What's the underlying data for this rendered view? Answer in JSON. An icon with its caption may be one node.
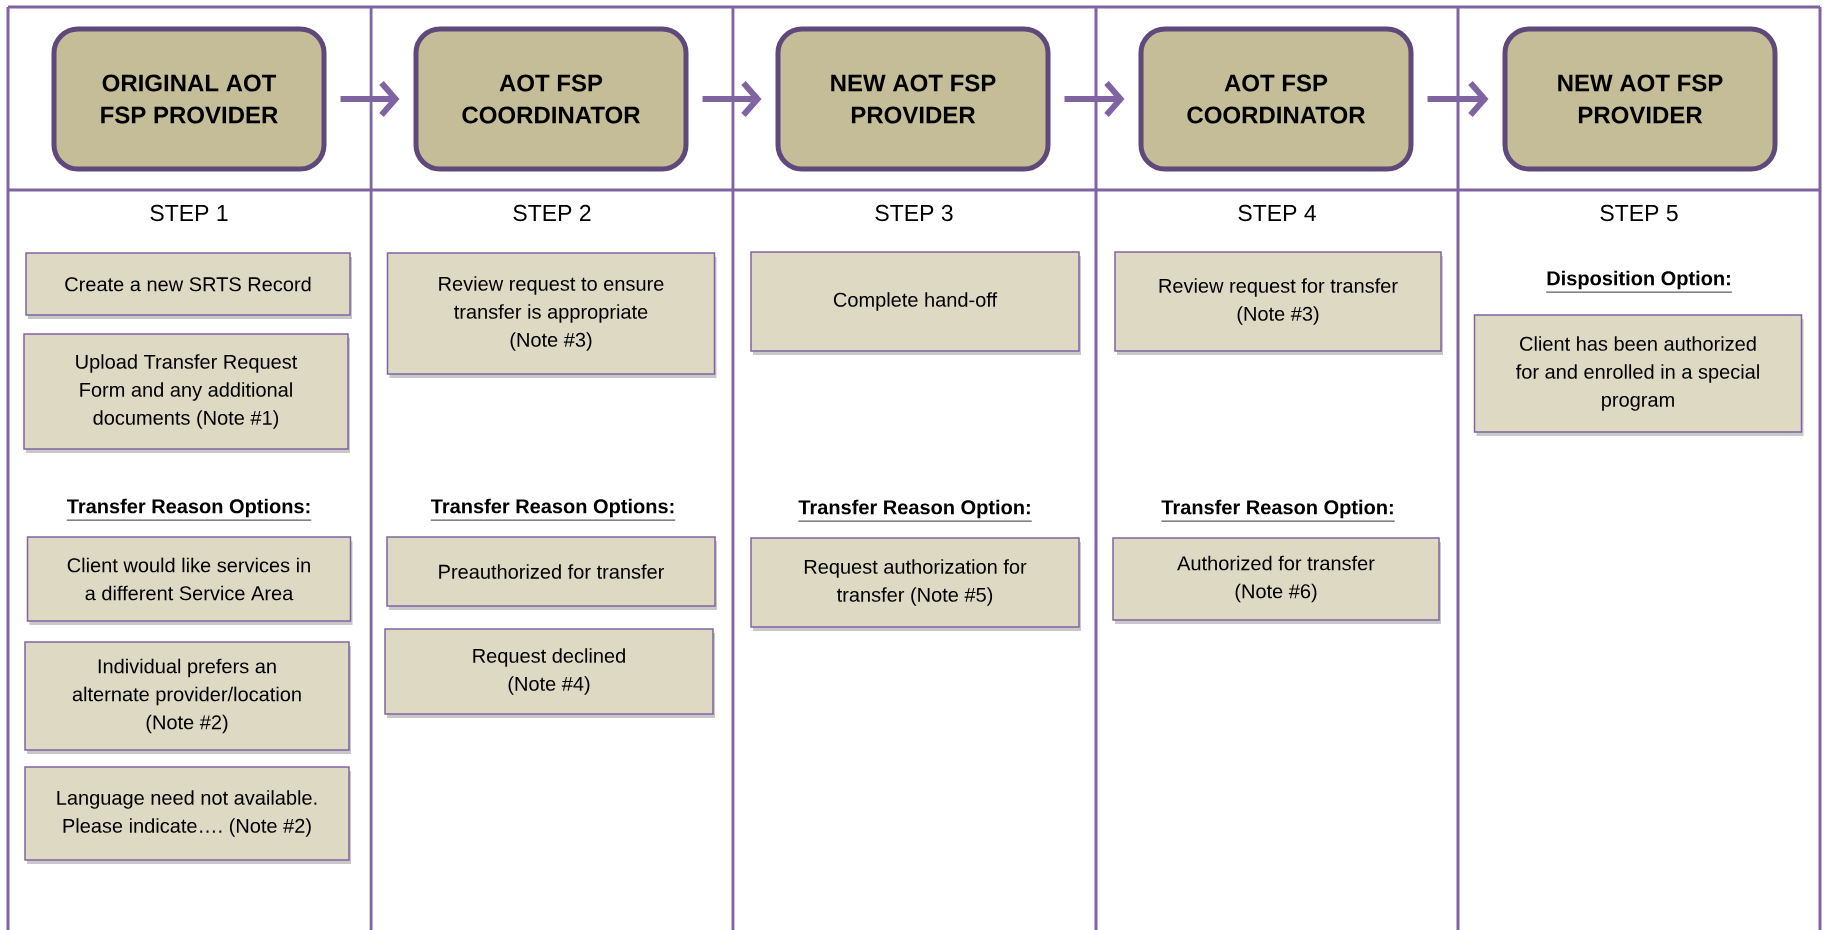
{
  "diagram": {
    "nodes": [
      {
        "text": [
          "ORIGINAL AOT FSP PROVIDER"
        ]
      },
      {
        "text": [
          "AOT FSP COORDINATOR"
        ]
      },
      {
        "text": [
          "NEW AOT FSP PROVIDER"
        ]
      },
      {
        "text": [
          "AOT FSP COORDINATOR"
        ]
      },
      {
        "text": [
          "NEW AOT FSP PROVIDER"
        ]
      },
      {
        "text": [
          "Create a new SRTS Record"
        ]
      },
      {
        "text": [
          "Upload Transfer Request Form and any additional documents (Note #1)"
        ]
      },
      {
        "text": [
          "Client would like services in a different Service Area"
        ]
      },
      {
        "text": [
          "Individual prefers an alternate provider/location (Note #2)"
        ]
      },
      {
        "text": [
          "Language need not available. Please indicate…. (Note #2)"
        ]
      },
      {
        "text": [
          "Review request to ensure transfer is appropriate (Note #3)"
        ]
      },
      {
        "text": [
          "Preauthorized for transfer"
        ]
      },
      {
        "text": [
          "Request declined (Note #4)"
        ]
      },
      {
        "text": [
          "Complete hand-off"
        ]
      },
      {
        "text": [
          "Request authorization for transfer (Note #5)"
        ]
      },
      {
        "text": [
          "Review request for transfer (Note #3)"
        ]
      },
      {
        "text": [
          "Authorized for transfer (Note #6)"
        ]
      },
      {
        "text": [
          "Client has been authorized for and enrolled in a special program"
        ]
      }
    ],
    "edges": [
      {
        "from": 0,
        "to": 1,
        "arrow": "to"
      },
      {
        "from": 1,
        "to": 2,
        "arrow": "to"
      },
      {
        "from": 2,
        "to": 3,
        "arrow": "to"
      },
      {
        "from": 3,
        "to": 4,
        "arrow": "to"
      }
    ],
    "labels": [
      "STEP 1",
      "STEP 2",
      "STEP 3",
      "STEP 4",
      "STEP 5",
      "Disposition Option:",
      "Transfer Reason Options:",
      "Transfer Reason Options:",
      "Transfer Reason Option:",
      "Transfer Reason Option:"
    ]
  }
}
